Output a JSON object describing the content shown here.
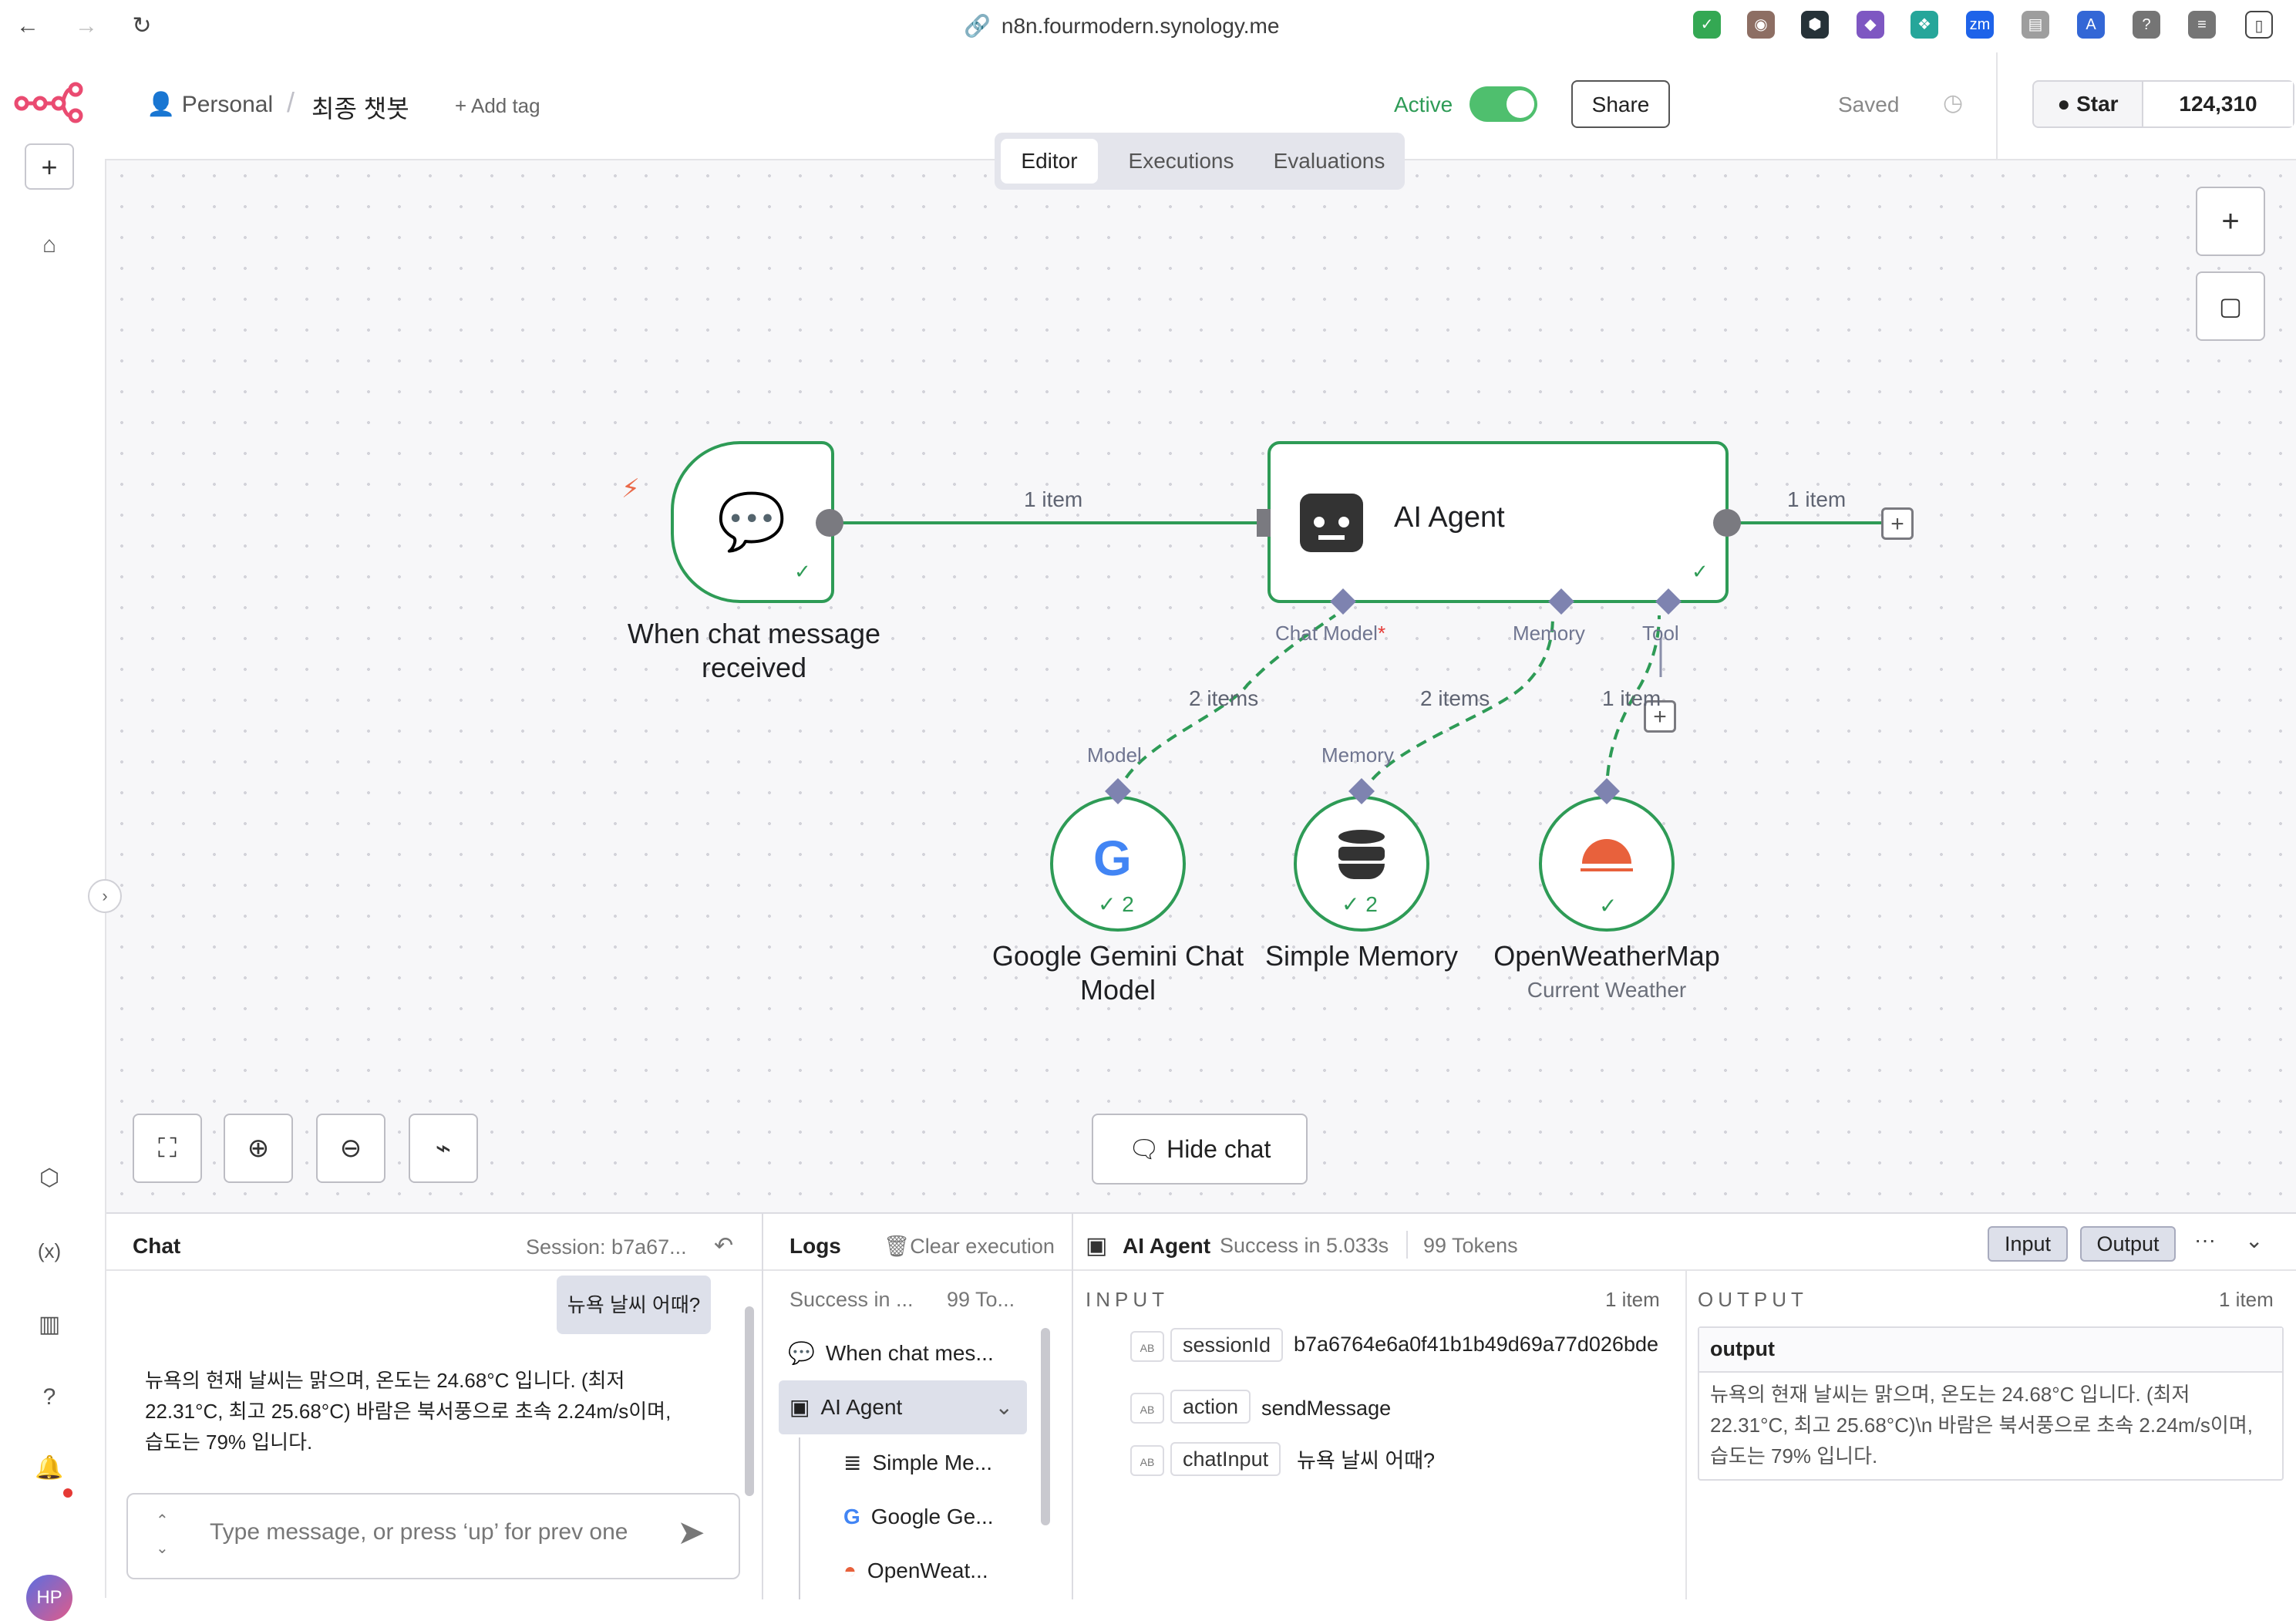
{
  "browser": {
    "url": "n8n.fourmodern.synology.me"
  },
  "header": {
    "project": "Personal",
    "workflow_name": "최종 챗봇",
    "add_tag": "+ Add tag",
    "active_label": "Active",
    "share_label": "Share",
    "saved_label": "Saved",
    "star_label": "Star",
    "star_count": "124,310"
  },
  "tabs": [
    "Editor",
    "Executions",
    "Evaluations"
  ],
  "nodes": {
    "trigger": {
      "title_line1": "When chat message",
      "title_line2": "received"
    },
    "agent": {
      "title": "AI Agent",
      "out_items": "1 item"
    },
    "gemini": {
      "title_line1": "Google Gemini Chat",
      "title_line2": "Model",
      "badge": "2"
    },
    "memory": {
      "title": "Simple Memory",
      "badge": "2"
    },
    "weather": {
      "title": "OpenWeatherMap",
      "subtitle": "Current Weather"
    }
  },
  "connections": {
    "main": "1 item",
    "model": "2 items",
    "memory": "2 items",
    "tool": "1 item"
  },
  "ports": {
    "chat_model": "Chat Model",
    "chat_model_required": "*",
    "memory": "Memory",
    "tool": "Tool",
    "model": "Model",
    "memory_in": "Memory"
  },
  "hide_chat": "Hide chat",
  "chat": {
    "title": "Chat",
    "session": "Session: b7a67...",
    "user_message": "뉴욕 날씨 어때?",
    "bot_message": "뉴욕의 현재 날씨는 맑으며, 온도는 24.68°C 입니다. (최저 22.31°C, 최고 25.68°C) 바람은 북서풍으로 초속 2.24m/s이며, 습도는 79% 입니다.",
    "input_placeholder": "Type message, or press ‘up’ for prev one"
  },
  "logs": {
    "title": "Logs",
    "clear": "Clear execution",
    "summary_status": "Success in ...",
    "summary_tokens": "99 To...",
    "items": [
      "When chat mes...",
      "AI Agent",
      "Simple Me...",
      "Google Ge...",
      "OpenWeat..."
    ]
  },
  "detail": {
    "node": "AI Agent",
    "status": "Success in 5.033s",
    "tokens": "99 Tokens",
    "input_btn": "Input",
    "output_btn": "Output",
    "input_title": "INPUT",
    "input_count": "1 item",
    "output_title": "OUTPUT",
    "output_count": "1 item",
    "type_chip": "AB",
    "fields": [
      {
        "key": "sessionId",
        "value": "b7a6764e6a0f41b1b49d69a77d026bde"
      },
      {
        "key": "action",
        "value": "sendMessage"
      },
      {
        "key": "chatInput",
        "value": "뉴욕 날씨 어때?"
      }
    ],
    "output_key": "output",
    "output_value": "뉴욕의 현재 날씨는 맑으며, 온도는 24.68°C 입니다. (최저 22.31°C, 최고 25.68°C)\\n 바람은 북서풍으로 초속 2.24m/s이며, 습도는 79% 입니다."
  },
  "user_initials": "HP"
}
